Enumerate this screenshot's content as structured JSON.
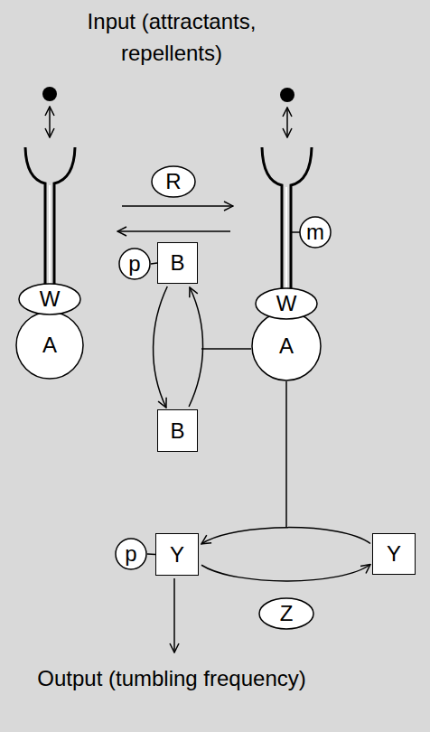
{
  "diagram": {
    "title": "Input (attractants, repellents)",
    "caption": "Output (tumbling frequency)",
    "nodes": [
      {
        "text": [
          "R"
        ]
      },
      {
        "text": [
          "p"
        ]
      },
      {
        "text": [
          "B"
        ]
      },
      {
        "text": [
          "m"
        ]
      },
      {
        "text": [
          "W"
        ]
      },
      {
        "text": [
          "W"
        ]
      },
      {
        "text": [
          "A"
        ]
      },
      {
        "text": [
          "A"
        ]
      },
      {
        "text": [
          "B"
        ]
      },
      {
        "text": [
          "p"
        ]
      },
      {
        "text": [
          "Y"
        ]
      },
      {
        "text": [
          "Y"
        ]
      },
      {
        "text": [
          "Z"
        ]
      }
    ],
    "edges": [
      {
        "from": 1,
        "to": 2,
        "arrow": "none"
      },
      {
        "from": 2,
        "to": 8,
        "arrow": "to"
      },
      {
        "from": 8,
        "to": 2,
        "arrow": "to"
      },
      {
        "from": 9,
        "to": 10,
        "arrow": "none"
      },
      {
        "from": 11,
        "to": 10,
        "arrow": "to"
      },
      {
        "from": 10,
        "to": 11,
        "arrow": "to"
      }
    ]
  }
}
